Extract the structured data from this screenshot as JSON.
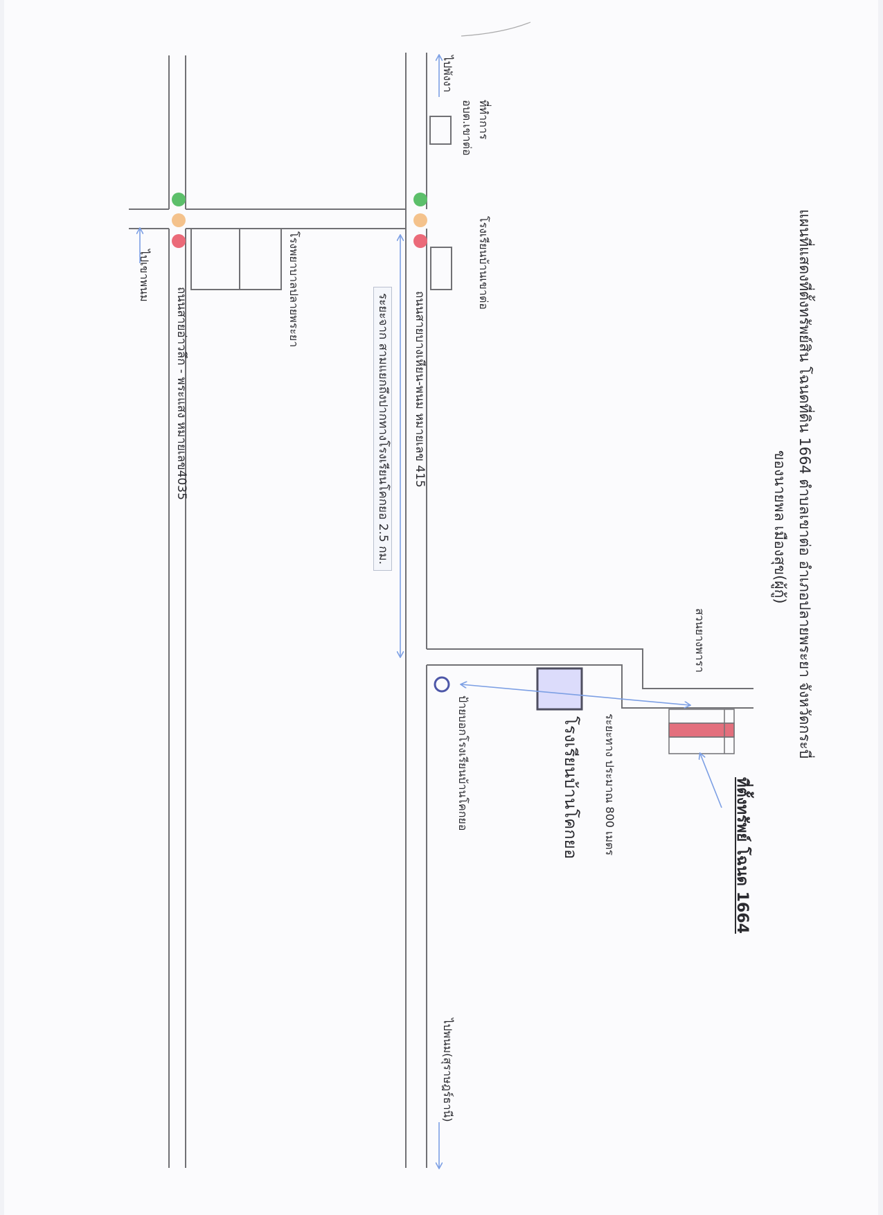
{
  "title": {
    "line1": "แผนที่แสดงที่ตั้งทรัพย์สิน โฉนดที่ดิน 1664 ตำบลเขาต่อ อำเภอปลายพระยา จังหวัดกระบี่",
    "line2": "ของนายพล เมืองสุข(ผู้กู้)"
  },
  "property": {
    "label": "ที่ตั้งทรัพย์ โฉนด 1664"
  },
  "labels": {
    "rubber_garden": "สวนยางพารา",
    "distance_800": "ระยะทาง ประมาณ 800 เมตร",
    "school_kokyo": "โรงเรียนบ้านโคกยอ",
    "school_kokyo_sign": "ป้ายบอกโรงเรียนบ้านโคกยอ",
    "to_phanom": "ไปพนม(สุราษฎร์ธานี)",
    "to_phangnga": "ไปพังงา",
    "sao_office_line1": "ที่ทำการ",
    "sao_office_line2": "อบต.เขาต่อ",
    "school_khaoto": "โรงเรียนบ้านเขาต่อ",
    "hospital": "โรงพยาบาลปลายพระยา",
    "road_415": "ถนนสายบางเหียน-พนม หมายเลข 415",
    "distance_junction": "ระยะจาก สามแยกถึงปากทางโรงเรียนโคกยอ 2.5 กม.",
    "road_4035": "ถนนสายอ่าวลึก - พระแสง หมายเลข4035",
    "to_khaophanom": "ไปเขาพนม"
  },
  "colors": {
    "road_line": "#707074",
    "arrow": "#7c9fe4",
    "property_fill": "#e36f7d",
    "school_fill": "#dcdcfb",
    "school_border": "#4e4e60",
    "sign_circle": "#4d57a8",
    "light_green": "#5cbf6a",
    "light_amber": "#f4c28c",
    "light_red": "#eb6a79"
  },
  "icons": {
    "traffic_light": "traffic-light-icon",
    "sign": "signpost-circle-icon"
  }
}
